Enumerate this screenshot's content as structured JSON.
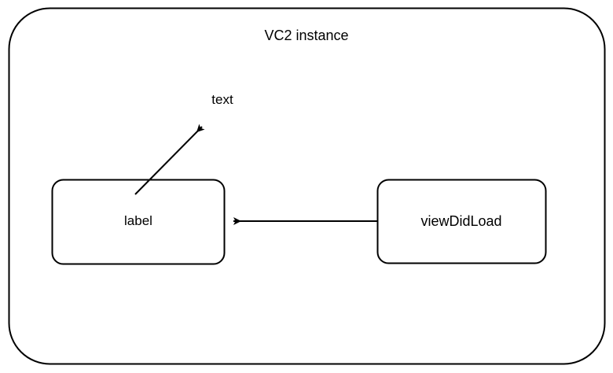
{
  "diagram": {
    "type": "flow-diagram",
    "container": {
      "title": "VC2 instance",
      "shape": "rounded-rectangle",
      "stroke_color": "#000000",
      "fill_color": "#ffffff"
    },
    "nodes": [
      {
        "id": "label",
        "label": "label",
        "shape": "rounded-rectangle",
        "stroke_color": "#000000",
        "fill_color": "#ffffff"
      },
      {
        "id": "viewDidLoad",
        "label": "viewDidLoad",
        "shape": "rounded-rectangle",
        "stroke_color": "#000000",
        "fill_color": "#ffffff"
      }
    ],
    "edges": [
      {
        "id": "viewdidload-to-label",
        "from": "viewDidLoad",
        "to": "label",
        "label": "",
        "direction": "left",
        "stroke_color": "#000000"
      },
      {
        "id": "label-to-text",
        "from": "label",
        "to": "text",
        "label": "text",
        "direction": "up-right",
        "stroke_color": "#000000"
      }
    ],
    "annotations": [
      {
        "id": "text-annotation",
        "text": "text"
      }
    ]
  }
}
